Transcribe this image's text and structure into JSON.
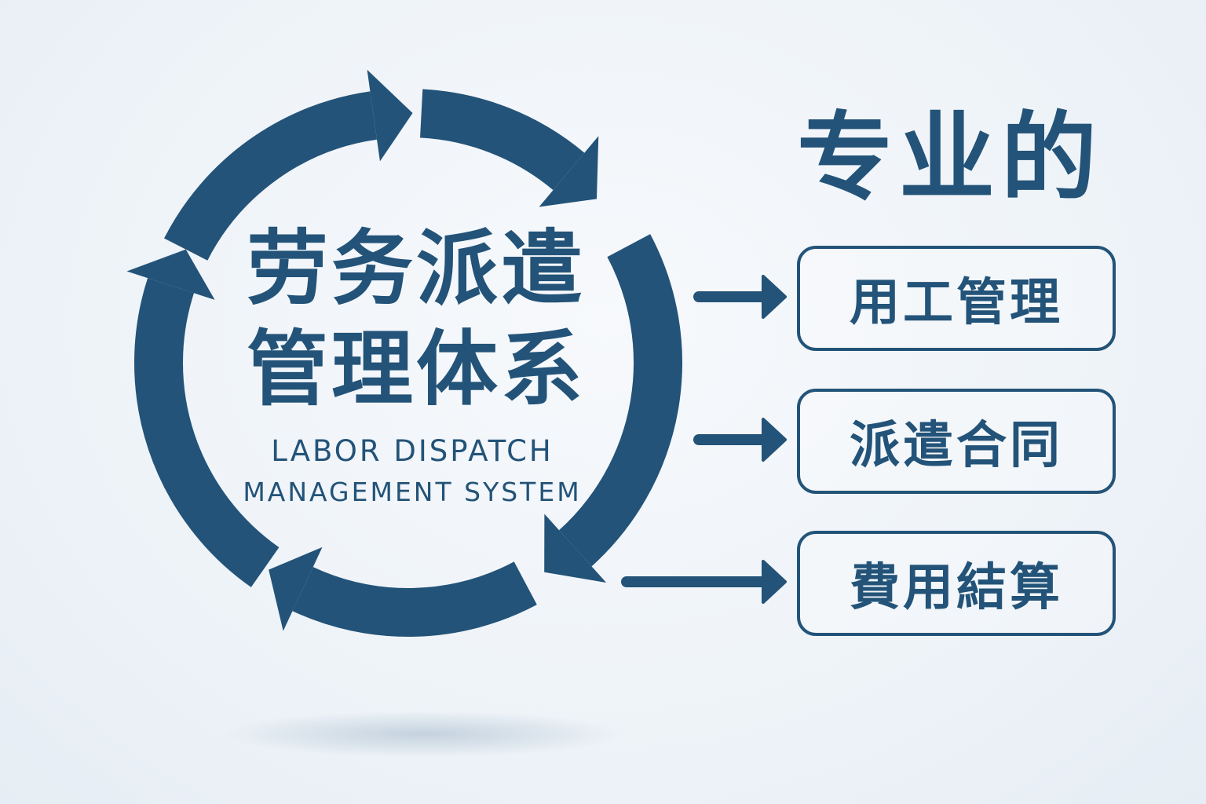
{
  "colors": {
    "primary": "#235378",
    "background": "#eef3f8"
  },
  "center": {
    "title_line1": "劳务派遣",
    "title_line2": "管理体系",
    "subtitle_line1": "LABOR DISPATCH",
    "subtitle_line2": "MANAGEMENT SYSTEM"
  },
  "heading": "专业的",
  "items": [
    {
      "label": "用工管理"
    },
    {
      "label": "派遣合同"
    },
    {
      "label": "費用結算"
    }
  ]
}
